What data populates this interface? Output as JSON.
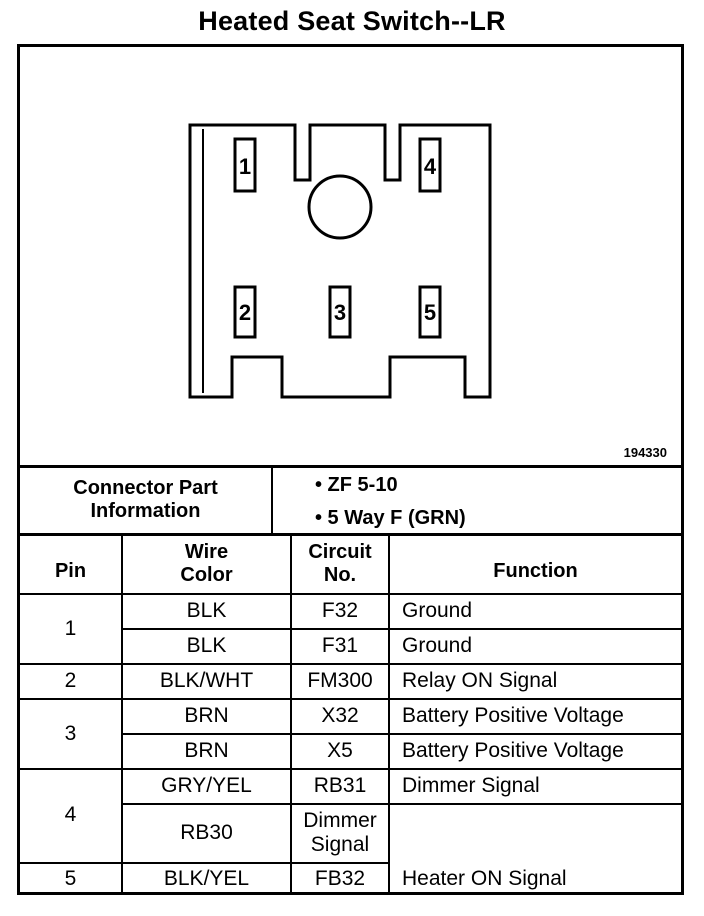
{
  "title": "Heated Seat Switch--LR",
  "figure_number": "194330",
  "pins_in_diagram": [
    "1",
    "2",
    "3",
    "4",
    "5"
  ],
  "connector": {
    "label_line1": "Connector Part",
    "label_line2": "Information",
    "info": [
      "• ZF 5-10",
      "• 5 Way F (GRN)"
    ]
  },
  "table": {
    "headers": {
      "pin": "Pin",
      "wire_line1": "Wire",
      "wire_line2": "Color",
      "circuit_line1": "Circuit",
      "circuit_line2": "No.",
      "function": "Function"
    },
    "rows": [
      {
        "pin": "1",
        "wire": "BLK",
        "circuit": "F32",
        "function": "Ground"
      },
      {
        "pin": "",
        "wire": "BLK",
        "circuit": "F31",
        "function": "Ground"
      },
      {
        "pin": "2",
        "wire": "BLK/WHT",
        "circuit": "FM300",
        "function": "Relay ON Signal"
      },
      {
        "pin": "3",
        "wire": "BRN",
        "circuit": "X32",
        "function": "Battery Positive Voltage"
      },
      {
        "pin": "",
        "wire": "BRN",
        "circuit": "X5",
        "function": "Battery Positive Voltage"
      },
      {
        "pin": "4",
        "wire": "GRY/YEL",
        "circuit": "RB31",
        "function": "Dimmer Signal"
      },
      {
        "pin": "",
        "wire": "RB30",
        "circuit_line1": "Dimmer",
        "circuit_line2": "Signal",
        "function": ""
      },
      {
        "pin": "5",
        "wire": "BLK/YEL",
        "circuit": "FB32",
        "function": "Heater ON Signal"
      }
    ]
  }
}
